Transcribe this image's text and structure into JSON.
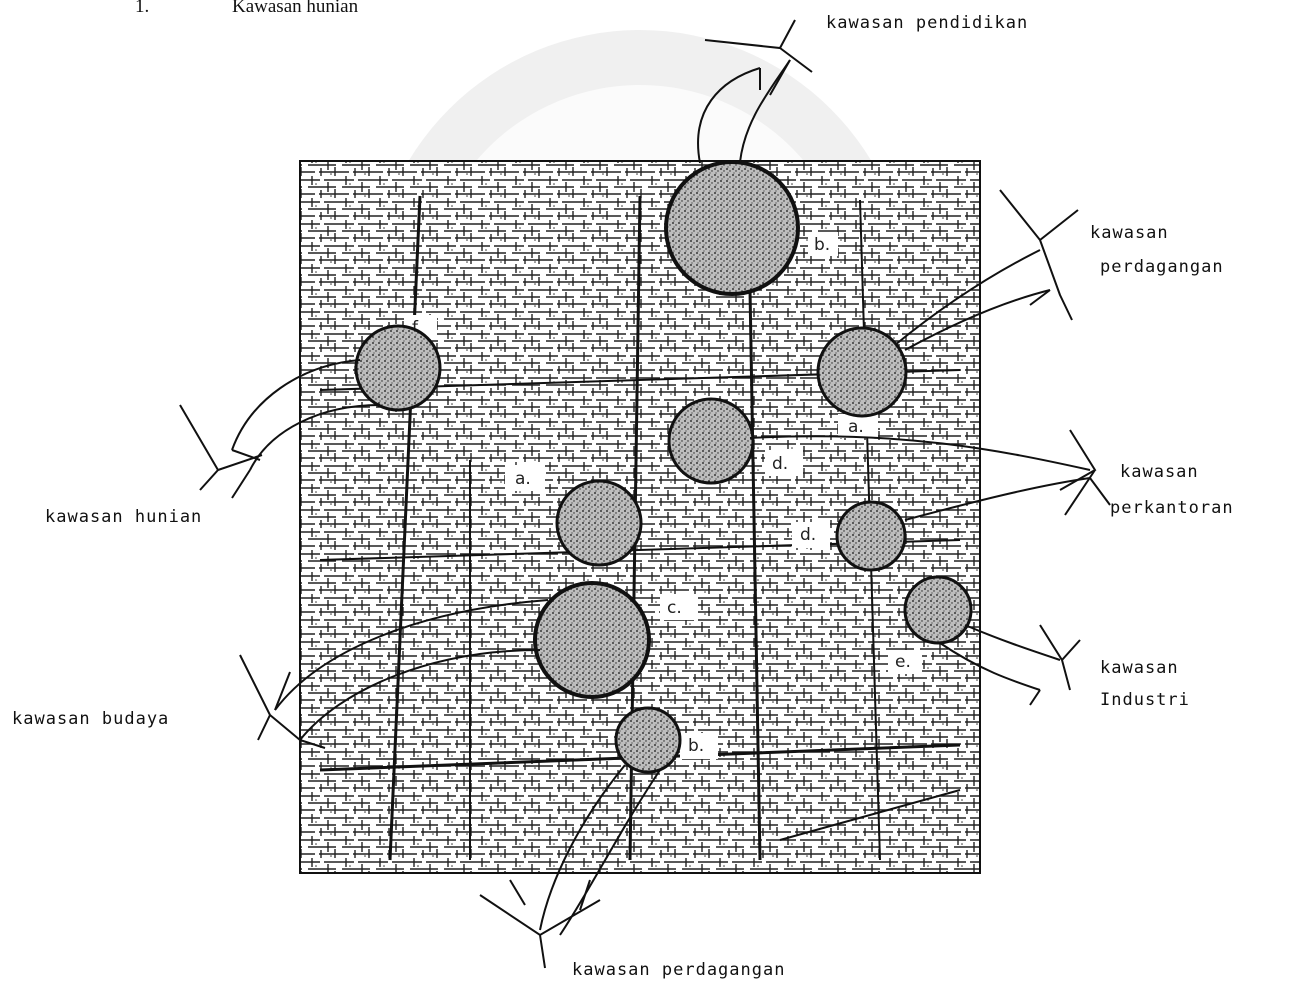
{
  "header": {
    "list_number": "1.",
    "caption": "Kawasan hunian"
  },
  "map": {
    "zone_letters": [
      "a.",
      "a.",
      "d.",
      "d.",
      "c.",
      "b.",
      "e.",
      "f.",
      "b."
    ]
  },
  "callouts": {
    "pendidikan": "kawasan  pendidikan",
    "perdagangan_right": [
      "kawasan",
      "perdagangan"
    ],
    "hunian": "kawasan  hunian",
    "perkantoran": [
      "kawasan",
      "perkantoran"
    ],
    "industri": [
      "kawasan",
      "Industri"
    ],
    "budaya": "kawasan  budaya",
    "perdagangan_bottom": "kawasan  perdagangan"
  }
}
